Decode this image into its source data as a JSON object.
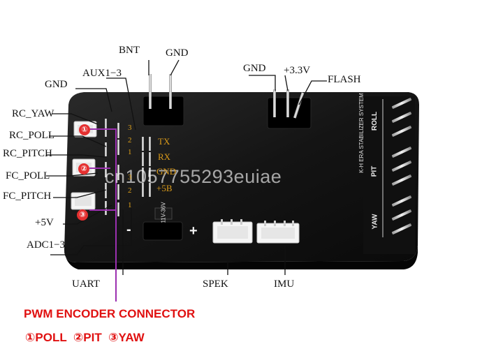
{
  "labels": {
    "bnt": "BNT",
    "gnd_top": "GND",
    "aux": "AUX1−3",
    "gnd_left": "GND",
    "gnd_right": "GND",
    "v33": "+3.3V",
    "flash": "FLASH",
    "rc_yaw": "RC_YAW",
    "rc_poll": "RC_POLL",
    "rc_pitch": "RC_PITCH",
    "fc_poll": "FC_POLL",
    "fc_pitch": "FC_PITCH",
    "v5": "+5V",
    "adc": "ADC1−3",
    "uart": "UART",
    "spek": "SPEK",
    "imu": "IMU"
  },
  "board_labels": {
    "tx": "TX",
    "rx": "RX",
    "gnd": "GND",
    "v5b": "+5B",
    "pins_upper": [
      "3",
      "2",
      "1"
    ],
    "pins_lower": [
      "3",
      "2",
      "1"
    ],
    "minus": "-",
    "plus": "+",
    "roll": "ROLL",
    "pit": "PIT",
    "yaw": "YAW",
    "system": "K-H ERA STABILIZER SYSTEM",
    "volt": "11V-36V"
  },
  "badges": [
    "①",
    "②",
    "③"
  ],
  "connector": {
    "title": "PWM ENCODER CONNECTOR",
    "legend": "①POLL  ②PIT  ③YAW"
  },
  "watermark": "cn1057755293euiae",
  "colors": {
    "board": "#131313",
    "accent_red": "#e01010",
    "pin_label": "#e0a21a",
    "purple_line": "#9b30b0"
  }
}
